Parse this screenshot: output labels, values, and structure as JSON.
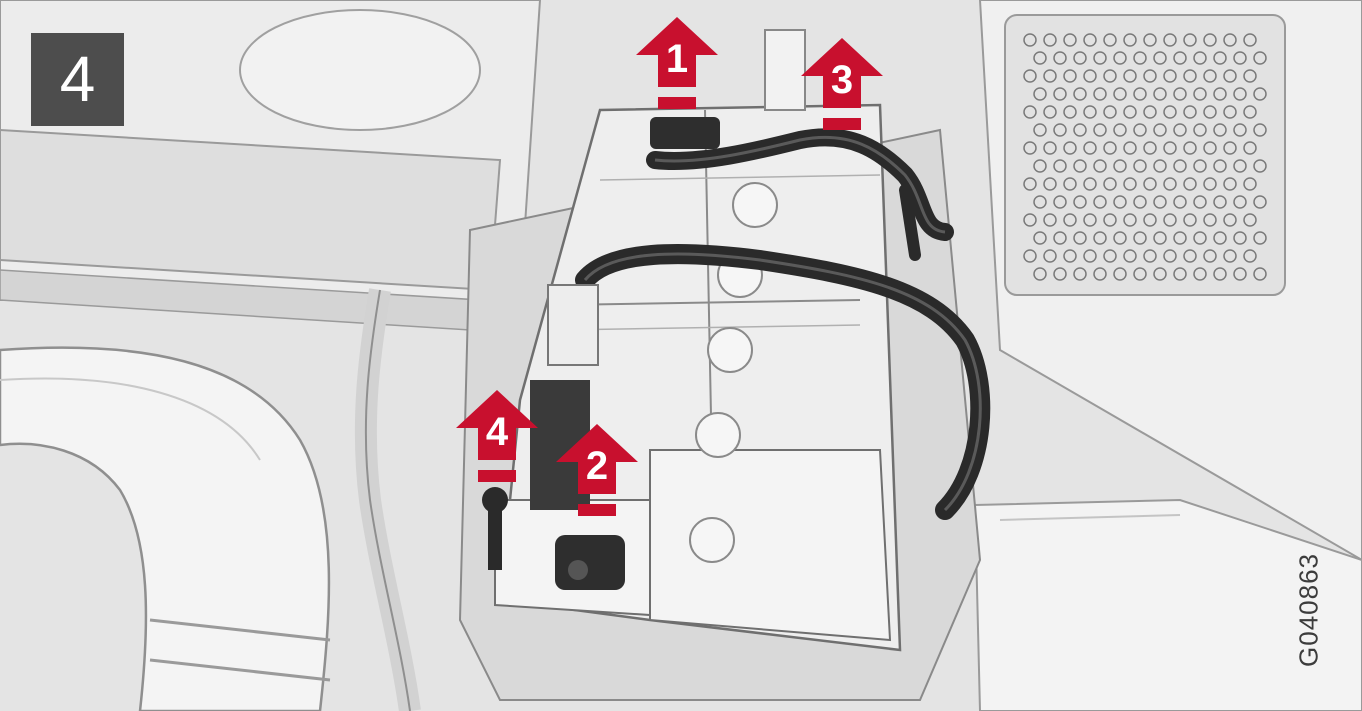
{
  "step_number": "4",
  "figure_code": "G040863",
  "callouts": [
    {
      "number": "1",
      "sign": "minus"
    },
    {
      "number": "2",
      "sign": "minus"
    },
    {
      "number": "3",
      "sign": "minus"
    },
    {
      "number": "4",
      "sign": "minus"
    }
  ],
  "colors": {
    "callout": "#c8102e",
    "background": "#e6e6e6",
    "badge": "#4d4d4d",
    "cable": "#2a2a2a"
  },
  "icons": [
    "up-arrow-icon",
    "minus-sign-icon"
  ]
}
